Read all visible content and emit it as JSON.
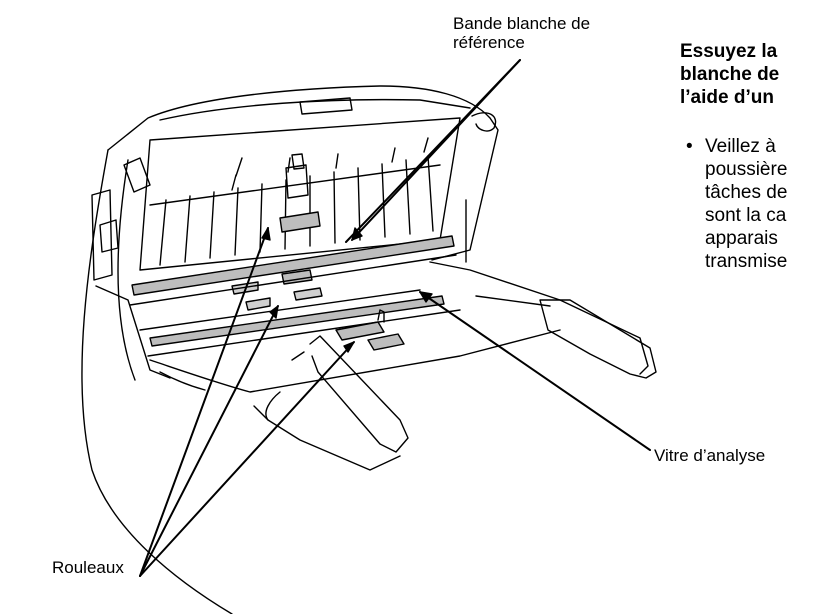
{
  "labels": {
    "reference_strip": [
      "Bande blanche de",
      "référence"
    ],
    "scan_glass": "Vitre d’analyse",
    "rollers": "Rouleaux"
  },
  "instruction": {
    "heading_lines": [
      "Essuyez la",
      "blanche de",
      "l’aide d’un"
    ],
    "bullet": "•",
    "bullet_lines": [
      "Veillez à",
      "poussière",
      "tâches de",
      "sont la ca",
      "apparais",
      "transmise"
    ]
  }
}
